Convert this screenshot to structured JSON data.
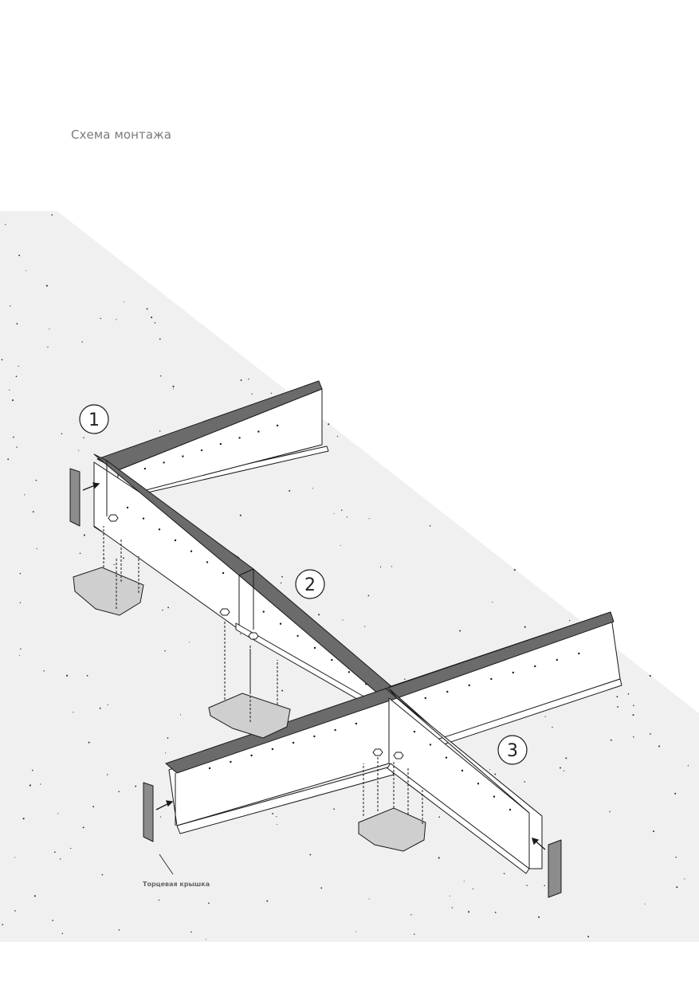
{
  "title": "Схема монтажа",
  "markers": [
    {
      "label": "1"
    },
    {
      "label": "2"
    },
    {
      "label": "3"
    }
  ],
  "end_cap_label": "Торцевая крышка",
  "colors": {
    "floor": "#f0f0f0",
    "cap_top": "#6b6b6b",
    "panel_face": "#ffffff",
    "end_cap": "#8c8c8c",
    "base_plate": "#cfcfcf",
    "line": "#1a1a1a",
    "title_text": "#7a7a7a"
  },
  "icons": [
    "end-cap-arrow-icon",
    "bolt-icon"
  ]
}
